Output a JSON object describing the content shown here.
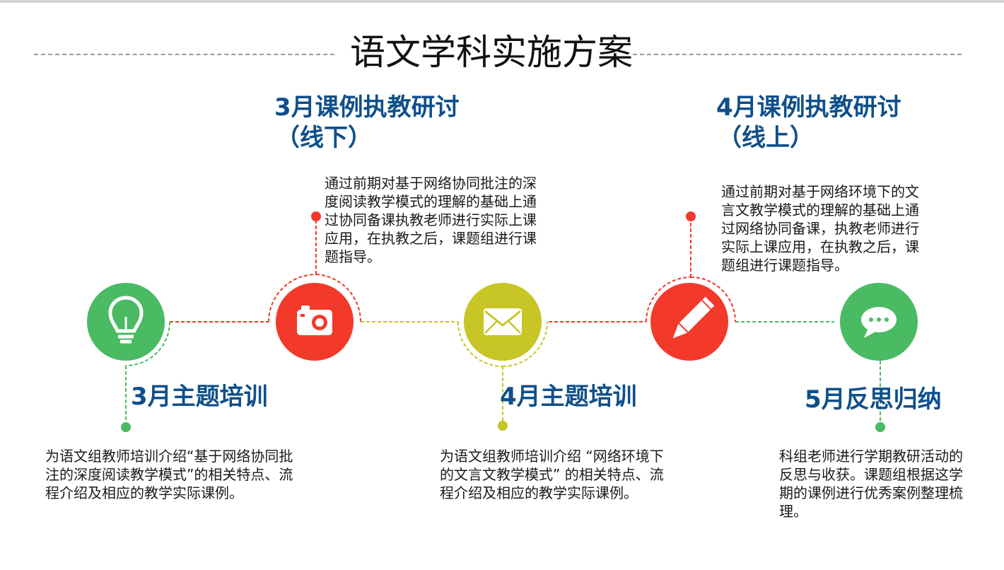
{
  "page": {
    "title": "语文学科实施方案"
  },
  "colors": {
    "green": "#4aba63",
    "red": "#f2392a",
    "yellow": "#c8c526",
    "title_blue": "#0f4f8a"
  },
  "stages": [
    {
      "icon": "lightbulb-icon",
      "color": "green",
      "title": "3月主题培训",
      "desc": "为语文组教师培训介绍“基于网络协同批注的深度阅读教学模式”的相关特点、流程介绍及相应的教学实际课例。"
    },
    {
      "icon": "camera-icon",
      "color": "red",
      "title_lines": [
        "3月课例执教研讨",
        "（线下）"
      ],
      "desc": "通过前期对基于网络协同批注的深度阅读教学模式的理解的基础上通过协同备课执教老师进行实际上课应用，在执教之后，课题组进行课题指导。"
    },
    {
      "icon": "envelope-icon",
      "color": "yellow",
      "title": "4月主题培训",
      "desc": "为语文组教师培训介绍 “网络环境下的文言文教学模式” 的相关特点、流程介绍及相应的教学实际课例。"
    },
    {
      "icon": "pencil-icon",
      "color": "red",
      "title_lines": [
        "4月课例执教研讨",
        "（线上）"
      ],
      "desc": "通过前期对基于网络环境下的文言文教学模式的理解的基础上通过网络协同备课，执教老师进行实际上课应用，在执教之后，课题组进行课题指导。"
    },
    {
      "icon": "chat-bubble-icon",
      "color": "green",
      "title": "5月反思归纳",
      "desc": "科组老师进行学期教研活动的反思与收获。课题组根据这学期的课例进行优秀案例整理梳理。"
    }
  ]
}
